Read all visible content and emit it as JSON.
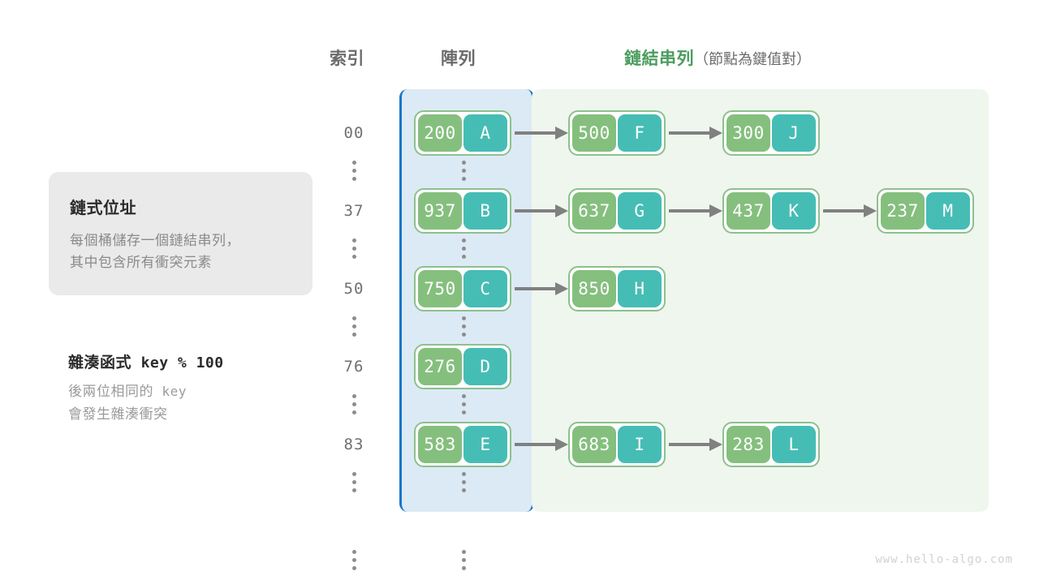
{
  "headers": {
    "index": "索引",
    "array": "陣列",
    "list_main": "鏈結串列",
    "list_sub": "（節點為鍵值對）"
  },
  "info_card": {
    "title": "鏈式位址",
    "line1": "每個桶儲存一個鏈結串列，",
    "line2": "其中包含所有衝突元素"
  },
  "hash_note": {
    "title_label": "雜湊函式",
    "title_expr": "key % 100",
    "desc1_a": "後兩位相同的",
    "desc1_b": "key",
    "desc2": "會發生雜湊衝突"
  },
  "colors": {
    "array_panel_bg": "#dceaf6",
    "array_panel_border": "#1976c8",
    "list_panel_bg": "#eef6ee",
    "node_border": "#8dc08d",
    "key_cell": "#85bf7e",
    "value_cell": "#45bdb5",
    "arrow": "#808080",
    "header_gray": "#6b6b6b",
    "header_green": "#4a9d5e"
  },
  "rows": [
    {
      "index": "00",
      "bucket": {
        "key": "200",
        "value": "A"
      },
      "chain": [
        {
          "key": "500",
          "value": "F"
        },
        {
          "key": "300",
          "value": "J"
        }
      ]
    },
    {
      "index": "37",
      "bucket": {
        "key": "937",
        "value": "B"
      },
      "chain": [
        {
          "key": "637",
          "value": "G"
        },
        {
          "key": "437",
          "value": "K"
        },
        {
          "key": "237",
          "value": "M"
        }
      ]
    },
    {
      "index": "50",
      "bucket": {
        "key": "750",
        "value": "C"
      },
      "chain": [
        {
          "key": "850",
          "value": "H"
        }
      ]
    },
    {
      "index": "76",
      "bucket": {
        "key": "276",
        "value": "D"
      },
      "chain": []
    },
    {
      "index": "83",
      "bucket": {
        "key": "583",
        "value": "E"
      },
      "chain": [
        {
          "key": "683",
          "value": "I"
        },
        {
          "key": "283",
          "value": "L"
        }
      ]
    }
  ],
  "ellipsis_rows": 6,
  "watermark": "www.hello-algo.com"
}
